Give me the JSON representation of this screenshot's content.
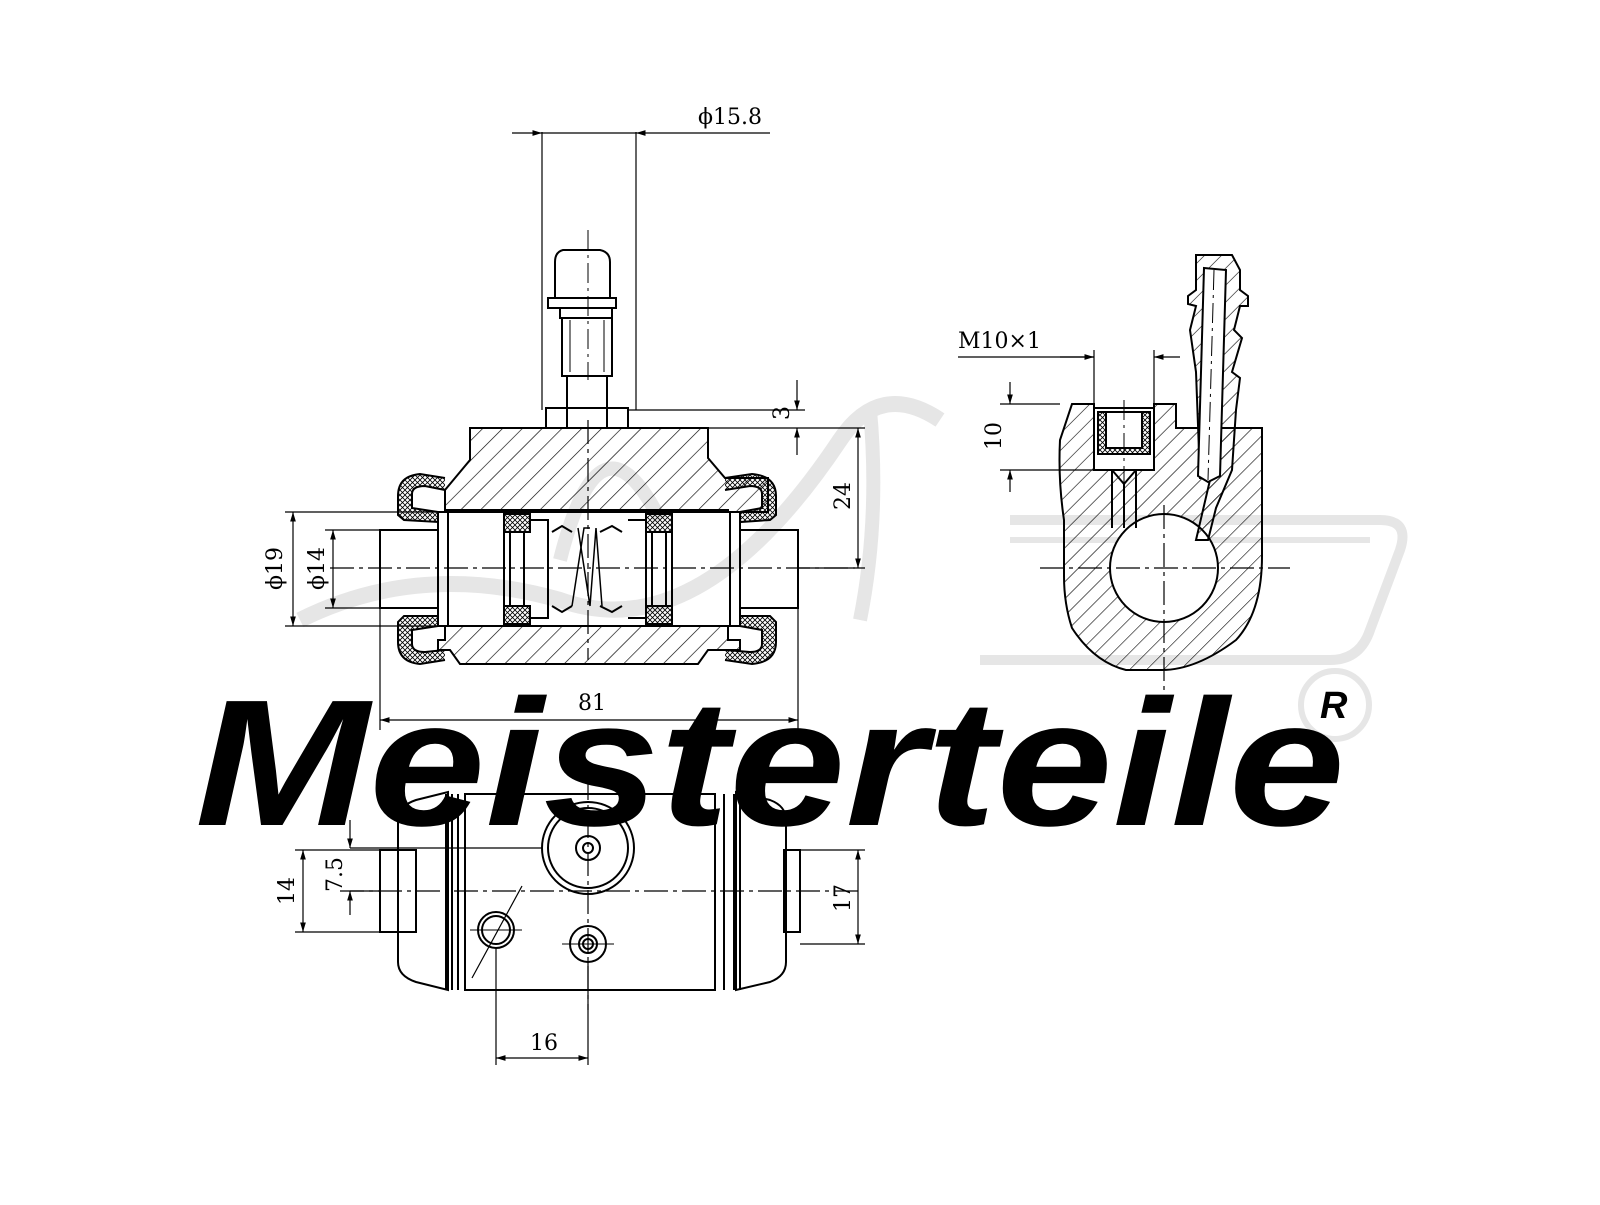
{
  "watermark": {
    "brand": "Meisterteile",
    "registered_mark": "R",
    "color": "#e6e6e6"
  },
  "colors": {
    "line": "#000000",
    "hatch": "#000000",
    "background": "#ffffff"
  },
  "dimensions": {
    "bleeder_diameter": "ϕ15.8",
    "bleeder_offset": "3",
    "height_to_axis": "24",
    "bore_outer": "ϕ19",
    "bore_inner": "ϕ14",
    "overall_length": "81",
    "thread": "M10×1",
    "thread_depth": "10",
    "bottom_offset": "7.5",
    "bottom_height": "14",
    "bottom_width": "17",
    "hole_spacing": "16"
  }
}
